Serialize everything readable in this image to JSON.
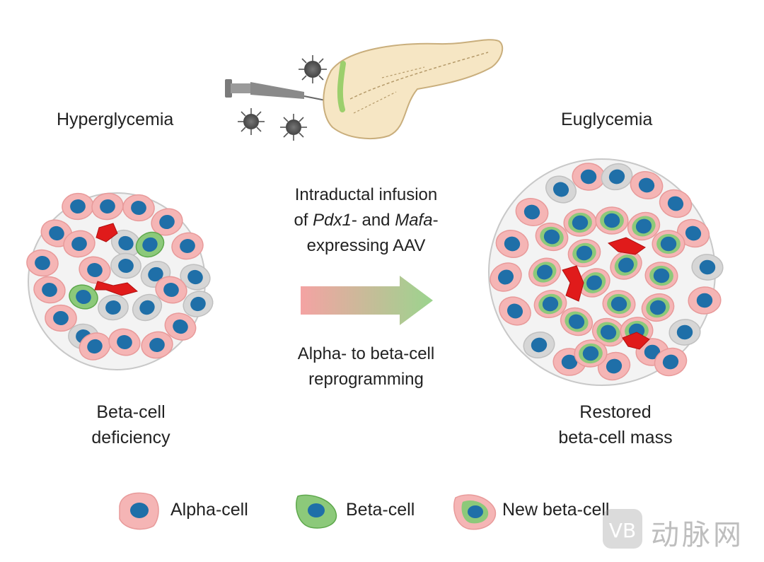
{
  "labels": {
    "left_state": "Hyperglycemia",
    "right_state": "Euglycemia",
    "center_top_line1": "Intraductal infusion",
    "center_top_line2_prefix": "of ",
    "center_top_pdx1": "Pdx1",
    "center_top_mid": "- and ",
    "center_top_mafa": "Mafa",
    "center_top_suffix": "-",
    "center_top_line3": "expressing AAV",
    "center_bottom_line1": "Alpha- to beta-cell",
    "center_bottom_line2": "reprogramming",
    "left_caption_line1": "Beta-cell",
    "left_caption_line2": "deficiency",
    "right_caption_line1": "Restored",
    "right_caption_line2": "beta-cell mass"
  },
  "legend": [
    {
      "key": "alpha",
      "label": "Alpha-cell"
    },
    {
      "key": "beta",
      "label": "Beta-cell"
    },
    {
      "key": "new_beta",
      "label": "New beta-cell"
    }
  ],
  "watermark": {
    "text": "动脉网"
  },
  "colors": {
    "alpha_fill": "#f5b5b5",
    "alpha_stroke": "#e89a9a",
    "beta_fill": "#8cc97a",
    "beta_stroke": "#5ea84c",
    "nucleus": "#1f6fa8",
    "grey_cell": "#d6d6d6",
    "vessel": "#e01b1b",
    "islet_bg": "#f3f3f3",
    "arrow_start": "#f4a3a3",
    "arrow_end": "#9bd48e",
    "pancreas": "#f6e6c4",
    "pancreas_duct": "#9ccf6c"
  }
}
